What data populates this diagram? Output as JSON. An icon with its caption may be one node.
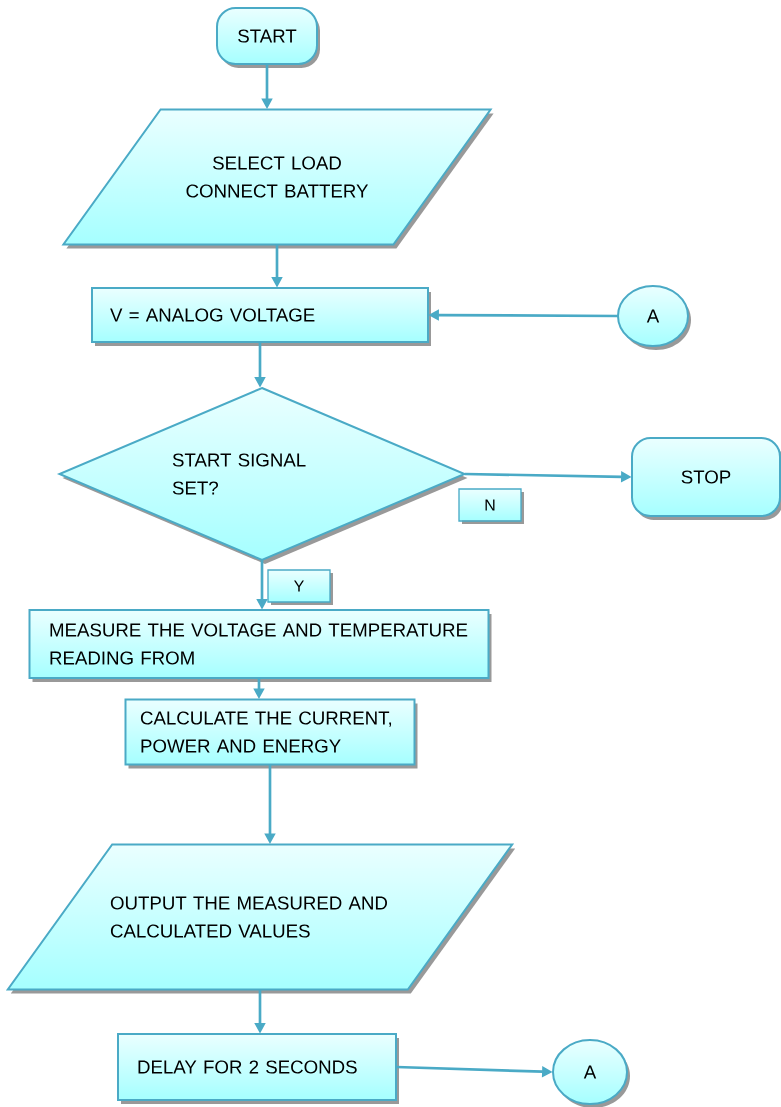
{
  "diagram": {
    "nodes": [
      {
        "text": [
          "START"
        ]
      },
      {
        "text": [
          "SELECT LOAD CONNECT BATTERY"
        ]
      },
      {
        "text": [
          "V = ANALOG VOLTAGE"
        ]
      },
      {
        "text": [
          "A"
        ]
      },
      {
        "text": [
          "START SIGNAL SET?"
        ]
      },
      {
        "text": [
          "STOP"
        ]
      },
      {
        "text": [
          "MEASURE THE VOLTAGE AND TEMPERATURE READING FROM"
        ]
      },
      {
        "text": [
          "CALCULATE THE CURRENT, POWER AND ENERGY"
        ]
      },
      {
        "text": [
          "OUTPUT THE MEASURED AND CALCULATED VALUES"
        ]
      },
      {
        "text": [
          "DELAY FOR 2 SECONDS"
        ]
      },
      {
        "text": [
          "A"
        ]
      }
    ],
    "edges": [
      {
        "from": 0,
        "to": 1,
        "arrow": "to"
      },
      {
        "from": 1,
        "to": 2,
        "arrow": "to"
      },
      {
        "from": 3,
        "to": 2,
        "arrow": "to"
      },
      {
        "from": 2,
        "to": 4,
        "arrow": "to"
      },
      {
        "from": 4,
        "to": 5,
        "arrow": "to",
        "label": "N"
      },
      {
        "from": 4,
        "to": 6,
        "arrow": "to",
        "label": "Y"
      },
      {
        "from": 6,
        "to": 7,
        "arrow": "to"
      },
      {
        "from": 7,
        "to": 8,
        "arrow": "to"
      },
      {
        "from": 8,
        "to": 9,
        "arrow": "to"
      },
      {
        "from": 9,
        "to": 10,
        "arrow": "to"
      }
    ]
  }
}
